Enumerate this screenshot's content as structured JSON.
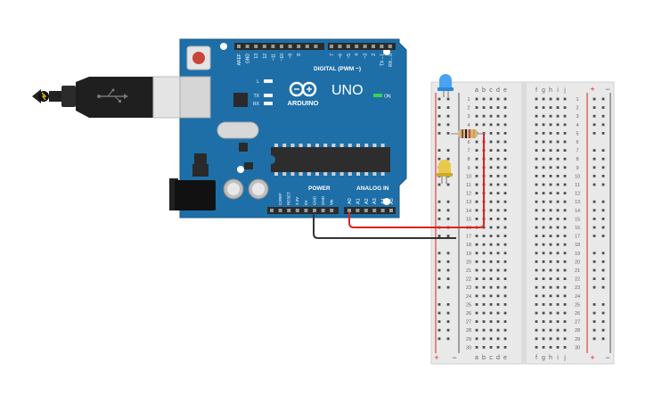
{
  "arduino": {
    "brand": "ARDUINO",
    "model": "UNO",
    "on_label": "ON",
    "led_l": "L",
    "led_tx": "TX",
    "led_rx": "RX",
    "chip_label": "",
    "digital_header": "DIGITAL (PWM ~)",
    "digital_pins": [
      "AREF",
      "GND",
      "13",
      "12",
      "~11",
      "~10",
      "~9",
      "8",
      "7",
      "~6",
      "~5",
      "4",
      "~3",
      "2",
      "TX→1",
      "RX←0"
    ],
    "power_header": "POWER",
    "power_pins": [
      "IOREF",
      "RESET",
      "3.3V",
      "5V",
      "GND",
      "GND",
      "Vin"
    ],
    "analog_header": "ANALOG IN",
    "analog_pins": [
      "A0",
      "A1",
      "A2",
      "A3",
      "A4",
      "A5"
    ]
  },
  "breadboard": {
    "rail_plus": "+",
    "rail_minus": "−",
    "cols_left": [
      "a",
      "b",
      "c",
      "d",
      "e"
    ],
    "cols_right": [
      "f",
      "g",
      "h",
      "i",
      "j"
    ],
    "rows": 30
  },
  "components": {
    "led_blue": "blue-led",
    "led_yellow": "yellow-led",
    "resistor": "resistor"
  },
  "wires": {
    "black_color": "#333333",
    "red_color": "#e02020"
  },
  "colors": {
    "board": "#1e6fa8",
    "breadboard": "#e9e9e9",
    "rail_red": "#e02020",
    "rail_black": "#555555"
  }
}
